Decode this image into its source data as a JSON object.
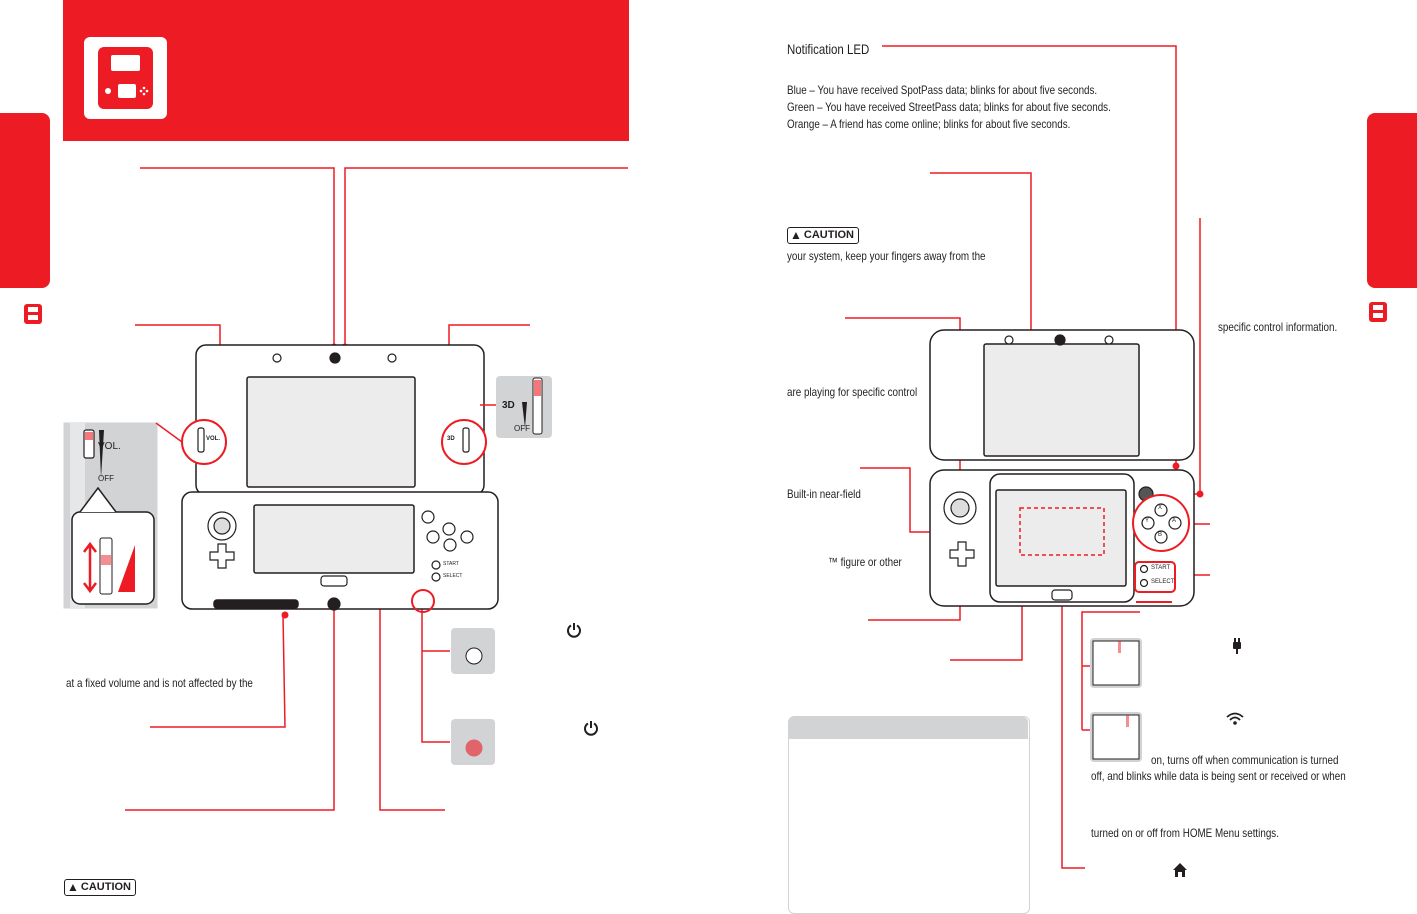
{
  "colors": {
    "accent": "#ed1c24",
    "callout_gray": "#d1d3d4",
    "text": "#231f20"
  },
  "header": {
    "logo_icon": "3ds-system-icon"
  },
  "notification": {
    "title": "Notification LED",
    "lines": [
      "Blue – You have received SpotPass data; blinks for about five seconds.",
      "Green – You have received StreetPass data; blinks for about five seconds.",
      "Orange – A friend has come online; blinks for about five seconds."
    ]
  },
  "left_page": {
    "volume_text": "at a fixed volume and is not affected by the",
    "caution_label": "CAUTION",
    "vol_label": "VOL.",
    "off_label": "OFF",
    "threed_label": "3D",
    "threed_off_label": "OFF",
    "power_icon": "power-icon"
  },
  "right_page": {
    "caution_label": "CAUTION",
    "caution_text": "your system, keep your fingers away from the",
    "playing_text": "are playing for specific control",
    "nfc_text": "Built-in near-field",
    "figure_text": "™ figure or other",
    "specific_text": "specific control information.",
    "wireless_lines": [
      "on, turns off when communication is turned",
      "off, and blinks while data is being sent or received or when"
    ],
    "home_settings_text": "turned on or off from HOME Menu settings.",
    "start_label": "START",
    "select_label": "SELECT",
    "buttons": [
      "X",
      "Y",
      "A",
      "B"
    ]
  },
  "icons": [
    "power-icon",
    "charging-plug-icon",
    "wireless-icon",
    "home-icon"
  ]
}
